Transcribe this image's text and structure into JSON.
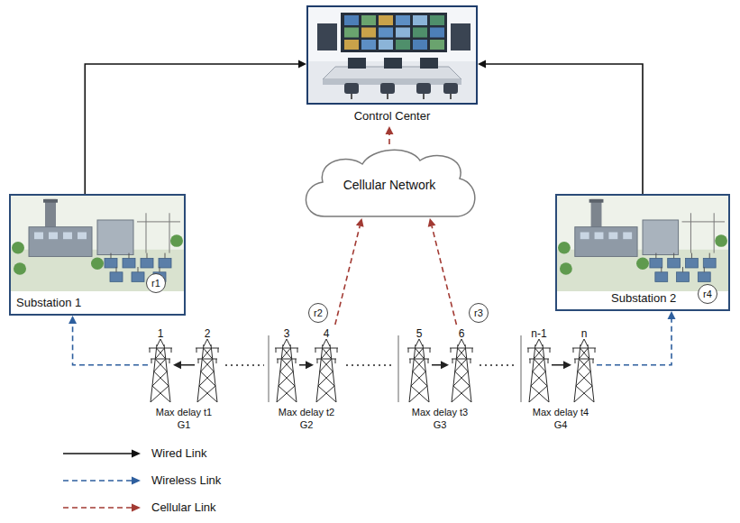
{
  "diagram": {
    "nodes": [
      {
        "text": [
          "Control Center"
        ]
      },
      {
        "text": [
          "Cellular Network"
        ]
      },
      {
        "text": [
          "Substation 1"
        ]
      },
      {
        "text": [
          "r1"
        ],
        "in": 2
      },
      {
        "text": [
          "Substation 2"
        ]
      },
      {
        "text": [
          "r4"
        ],
        "in": 4
      },
      {
        "text": [
          "r2"
        ]
      },
      {
        "text": [
          "r3"
        ]
      },
      {
        "text": [
          "1"
        ]
      },
      {
        "text": [
          "2"
        ]
      },
      {
        "text": [
          "3"
        ]
      },
      {
        "text": [
          "4"
        ]
      },
      {
        "text": [
          "5"
        ]
      },
      {
        "text": [
          "6"
        ]
      },
      {
        "text": [
          "n-1"
        ]
      },
      {
        "text": [
          "n"
        ]
      }
    ],
    "edges": [
      {
        "from": 2,
        "to": 0,
        "arrow": "to"
      },
      {
        "from": 4,
        "to": 0,
        "arrow": "to"
      },
      {
        "from": 1,
        "to": 0,
        "arrow": "to"
      },
      {
        "from": 11,
        "to": 1,
        "arrow": "to"
      },
      {
        "from": 13,
        "to": 1,
        "arrow": "to"
      },
      {
        "from": 8,
        "to": 2,
        "arrow": "to"
      },
      {
        "from": 9,
        "to": 8,
        "arrow": "to"
      },
      {
        "from": 10,
        "to": 11,
        "arrow": "to"
      },
      {
        "from": 12,
        "to": 13,
        "arrow": "to"
      },
      {
        "from": 14,
        "to": 15,
        "arrow": "to"
      },
      {
        "from": 15,
        "to": 4,
        "arrow": "to"
      }
    ],
    "labels": [
      "Max delay t1",
      "G1",
      "Max delay t2",
      "G2",
      "Max delay t3",
      "G3",
      "Max delay t4",
      "G4"
    ],
    "legend": [
      {
        "text": "Wired Link"
      },
      {
        "text": "Wireless Link"
      },
      {
        "text": "Cellular Link"
      }
    ]
  }
}
